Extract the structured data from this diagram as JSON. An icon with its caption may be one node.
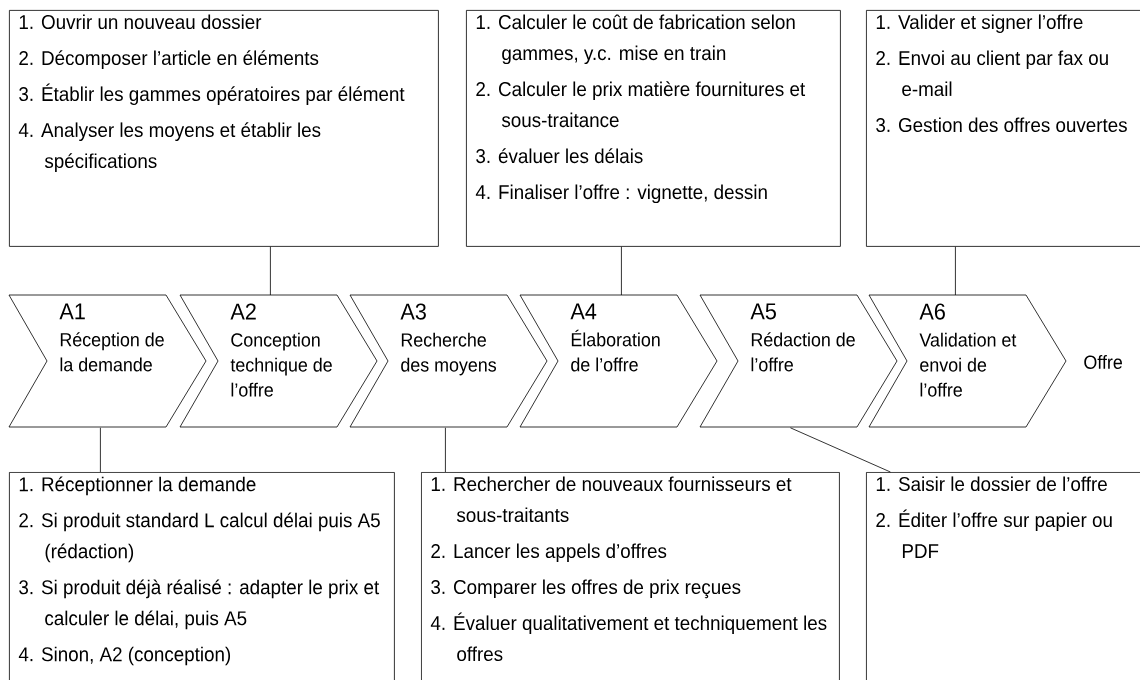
{
  "diagram": {
    "nodes": [
      {
        "text": [
          "1. Ouvrir un nouveau dossier",
          "2. Décomposer l’article en éléments",
          "3. Établir les gammes opératoires par élément",
          "4. Analyser les moyens et établir les spécifications"
        ]
      },
      {
        "text": [
          "1. Calculer le coût de fabrication selon gammes, y.c. mise en train",
          "2. Calculer le prix matière fournitures et sous-traitance",
          "3. évaluer les délais",
          "4. Finaliser l’offre : vignette, dessin"
        ]
      },
      {
        "text": [
          "1. Valider et signer l’offre",
          "2. Envoi au client par fax ou e-mail",
          "3. Gestion des offres ouvertes"
        ]
      },
      {
        "text": [
          "A1",
          "Réception de la demande"
        ]
      },
      {
        "text": [
          "A2",
          "Conception technique de l’offre"
        ]
      },
      {
        "text": [
          "A3",
          "Recherche des moyens"
        ]
      },
      {
        "text": [
          "A4",
          "Élaboration de l’offre"
        ]
      },
      {
        "text": [
          "A5",
          "Rédaction de l’offre"
        ]
      },
      {
        "text": [
          "A6",
          "Validation et envoi de l’offre"
        ]
      },
      {
        "text": [
          "1. Réceptionner la demande",
          "2. Si produit standard L calcul délai puis A5 (rédaction)",
          "3. Si produit déjà réalisé : adapter le prix et calculer le délai, puis A5",
          "4. Sinon, A2 (conception)"
        ]
      },
      {
        "text": [
          "1. Rechercher de nouveaux fournisseurs et sous-traitants",
          "2. Lancer les appels d’offres",
          "3. Comparer les offres de prix reçues",
          "4. Évaluer qualitativement et techniquement les offres"
        ]
      },
      {
        "text": [
          "1. Saisir le dossier de l’offre",
          "2. Éditer l’offre sur papier ou PDF"
        ]
      }
    ],
    "edges": [
      {
        "from": 0,
        "to": 4,
        "arrow": "none"
      },
      {
        "from": 1,
        "to": 6,
        "arrow": "none"
      },
      {
        "from": 2,
        "to": 8,
        "arrow": "none"
      },
      {
        "from": 3,
        "to": 9,
        "arrow": "none"
      },
      {
        "from": 5,
        "to": 10,
        "arrow": "none"
      },
      {
        "from": 7,
        "to": 11,
        "arrow": "none"
      }
    ],
    "labels": [
      "Offre"
    ]
  }
}
